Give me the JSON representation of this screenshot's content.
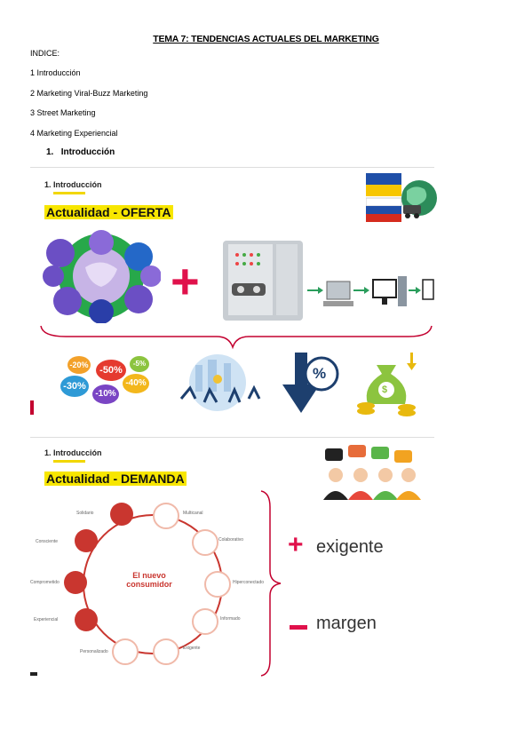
{
  "title": "TEMA 7: TENDENCIAS ACTUALES DEL MARKETING",
  "index_label": "INDICE:",
  "index_items": [
    "1 Introducción",
    "2 Marketing Viral-Buzz Marketing",
    "3 Street Marketing",
    "4 Marketing Experiencial"
  ],
  "section_heading": {
    "num": "1.",
    "text": "Introducción"
  },
  "slide1": {
    "label": "1. Introducción",
    "heading": "Actualidad - OFERTA",
    "discounts": [
      "-20%",
      "-50%",
      "-5%",
      "-30%",
      "-40%",
      "-10%"
    ],
    "percent_symbol": "%"
  },
  "slide2": {
    "label": "1. Introducción",
    "heading": "Actualidad - DEMANDA",
    "center_text": [
      "El nuevo",
      "consumidor"
    ],
    "node_labels": [
      "Solidario",
      "Multicanal",
      "Colaborativo",
      "Hiperconectado",
      "Informado",
      "Exigente",
      "Personalizado",
      "Experiencial",
      "Comprometido",
      "Consciente"
    ],
    "plus_word": "exigente",
    "minus_word": "margen"
  },
  "colors": {
    "accent_yellow": "#f7e600",
    "accent_red": "#c3002f",
    "plus_pink": "#e0114b",
    "node_red": "#c9362f"
  }
}
